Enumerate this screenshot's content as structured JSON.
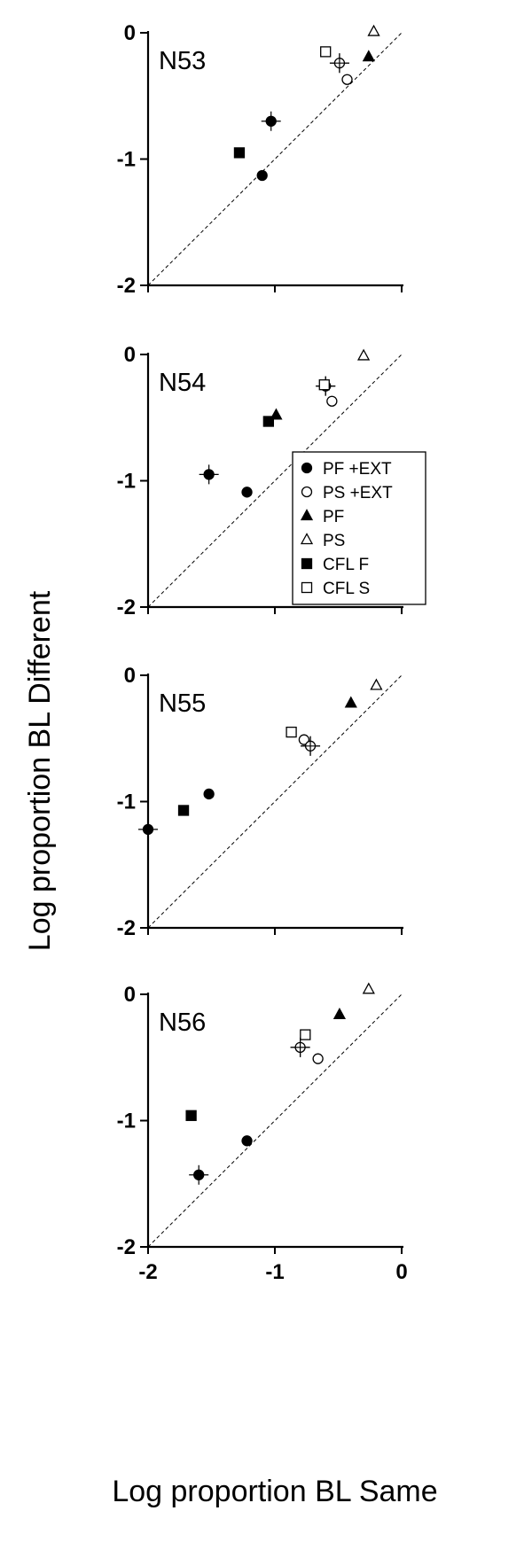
{
  "chart_data": {
    "type": "scatter",
    "xlabel": "Log proportion BL Same",
    "ylabel": "Log proportion BL Different",
    "xlim": [
      -2,
      0
    ],
    "ylim": [
      -2,
      0
    ],
    "x_ticks": [
      "-2",
      "-1",
      "0"
    ],
    "y_ticks": [
      "-2",
      "-1",
      "0"
    ],
    "reference_line": "dashed diagonal y = x",
    "legend": {
      "placement": "panel N54, lower-right",
      "entries": [
        {
          "label": "PF +EXT",
          "marker": "circle",
          "filled": true
        },
        {
          "label": "PS +EXT",
          "marker": "circle",
          "filled": false
        },
        {
          "label": "PF",
          "marker": "triangle",
          "filled": true
        },
        {
          "label": "PS",
          "marker": "triangle",
          "filled": false
        },
        {
          "label": "CFL F",
          "marker": "square",
          "filled": true
        },
        {
          "label": "CFL S",
          "marker": "square",
          "filled": false
        }
      ]
    },
    "panels": [
      {
        "label": "N53",
        "points": [
          {
            "series": "PF +EXT",
            "x": -1.1,
            "y": -1.13,
            "crosshair": false
          },
          {
            "series": "PF +EXT",
            "x": -1.03,
            "y": -0.7,
            "crosshair": true
          },
          {
            "series": "PS +EXT",
            "x": -0.43,
            "y": -0.37,
            "crosshair": false
          },
          {
            "series": "PS +EXT",
            "x": -0.49,
            "y": -0.24,
            "crosshair": true
          },
          {
            "series": "PF",
            "x": -0.26,
            "y": -0.19,
            "crosshair": false
          },
          {
            "series": "PS",
            "x": -0.22,
            "y": 0.01,
            "crosshair": false
          },
          {
            "series": "CFL F",
            "x": -1.28,
            "y": -0.95,
            "crosshair": false
          },
          {
            "series": "CFL S",
            "x": -0.6,
            "y": -0.15,
            "crosshair": false
          }
        ]
      },
      {
        "label": "N54",
        "points": [
          {
            "series": "PF +EXT",
            "x": -1.22,
            "y": -1.09,
            "crosshair": false
          },
          {
            "series": "PF +EXT",
            "x": -1.52,
            "y": -0.95,
            "crosshair": true
          },
          {
            "series": "PS +EXT",
            "x": -0.55,
            "y": -0.37,
            "crosshair": false
          },
          {
            "series": "PS +EXT",
            "x": -0.6,
            "y": -0.25,
            "crosshair": true
          },
          {
            "series": "PF",
            "x": -0.99,
            "y": -0.48,
            "crosshair": false
          },
          {
            "series": "PS",
            "x": -0.3,
            "y": -0.01,
            "crosshair": false
          },
          {
            "series": "CFL F",
            "x": -1.05,
            "y": -0.53,
            "crosshair": false
          },
          {
            "series": "CFL S",
            "x": -0.61,
            "y": -0.24,
            "crosshair": false
          }
        ]
      },
      {
        "label": "N55",
        "points": [
          {
            "series": "PF +EXT",
            "x": -1.52,
            "y": -0.94,
            "crosshair": false
          },
          {
            "series": "PF +EXT",
            "x": -2.0,
            "y": -1.22,
            "crosshair": true
          },
          {
            "series": "PS +EXT",
            "x": -0.77,
            "y": -0.51,
            "crosshair": false
          },
          {
            "series": "PS +EXT",
            "x": -0.72,
            "y": -0.56,
            "crosshair": true
          },
          {
            "series": "PF",
            "x": -0.4,
            "y": -0.22,
            "crosshair": false
          },
          {
            "series": "PS",
            "x": -0.2,
            "y": -0.08,
            "crosshair": false
          },
          {
            "series": "CFL F",
            "x": -1.72,
            "y": -1.07,
            "crosshair": false
          },
          {
            "series": "CFL S",
            "x": -0.87,
            "y": -0.45,
            "crosshair": false
          }
        ]
      },
      {
        "label": "N56",
        "points": [
          {
            "series": "PF +EXT",
            "x": -1.22,
            "y": -1.16,
            "crosshair": false
          },
          {
            "series": "PF +EXT",
            "x": -1.6,
            "y": -1.43,
            "crosshair": true
          },
          {
            "series": "PS +EXT",
            "x": -0.66,
            "y": -0.51,
            "crosshair": false
          },
          {
            "series": "PS +EXT",
            "x": -0.8,
            "y": -0.42,
            "crosshair": true
          },
          {
            "series": "PF",
            "x": -0.49,
            "y": -0.16,
            "crosshair": false
          },
          {
            "series": "PS",
            "x": -0.26,
            "y": 0.04,
            "crosshair": false
          },
          {
            "series": "CFL F",
            "x": -1.66,
            "y": -0.96,
            "crosshair": false
          },
          {
            "series": "CFL S",
            "x": -0.76,
            "y": -0.32,
            "crosshair": false
          }
        ]
      }
    ]
  }
}
